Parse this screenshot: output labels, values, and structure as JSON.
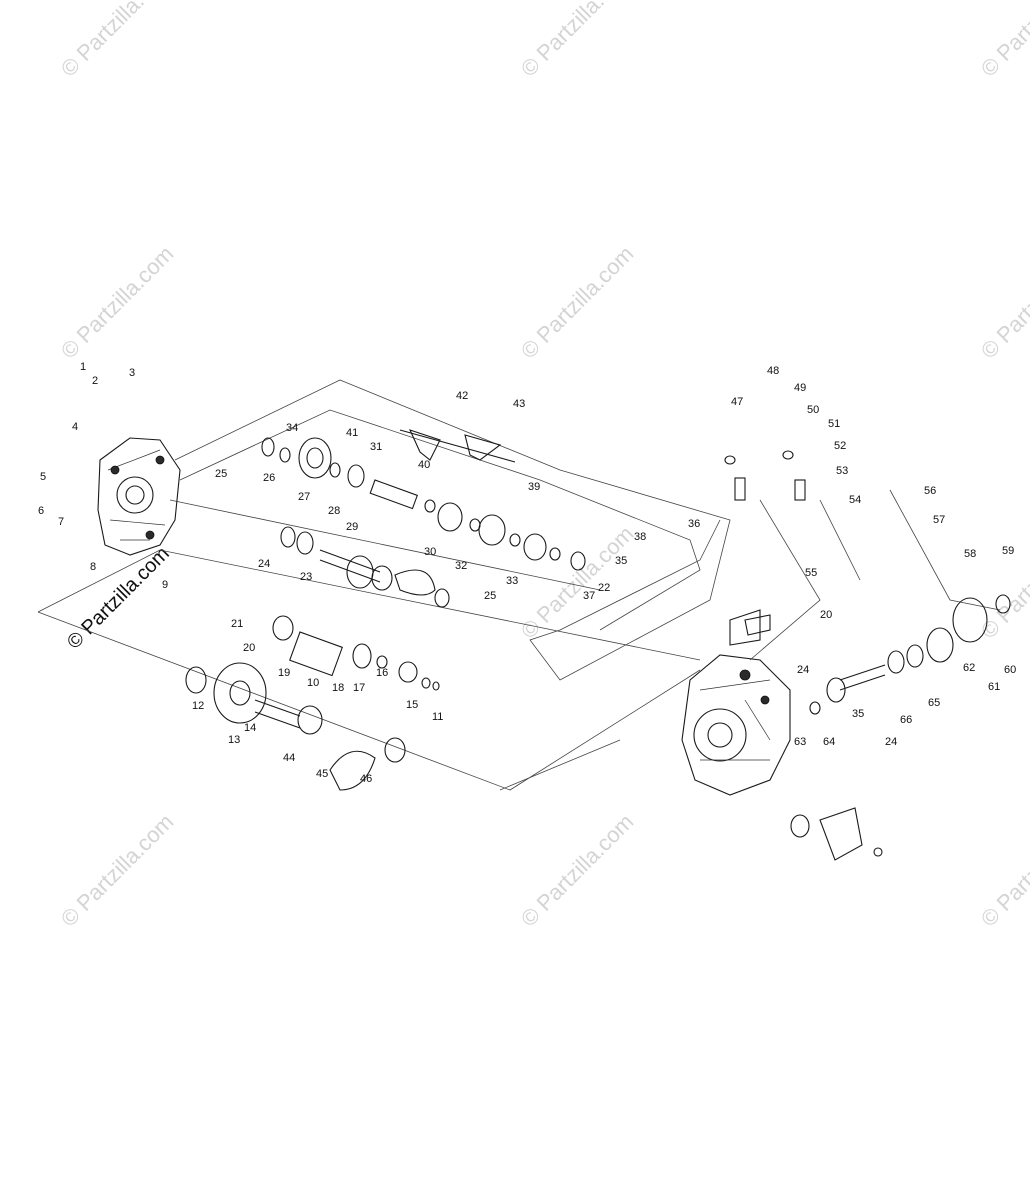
{
  "watermark": "© Partzilla.com",
  "diagram_watermark": "© Partzilla.com",
  "colors": {
    "ink": "#1a1a1a",
    "watermark": "#d4d4d4",
    "background": "#ffffff"
  },
  "callouts": [
    "1",
    "2",
    "3",
    "4",
    "5",
    "6",
    "7",
    "8",
    "9",
    "25",
    "34",
    "41",
    "31",
    "26",
    "27",
    "28",
    "40",
    "42",
    "43",
    "24",
    "29",
    "23",
    "30",
    "39",
    "32",
    "33",
    "25",
    "37",
    "38",
    "36",
    "35",
    "22",
    "21",
    "20",
    "19",
    "10",
    "18",
    "17",
    "16",
    "15",
    "11",
    "12",
    "13",
    "14",
    "44",
    "45",
    "46",
    "47",
    "48",
    "49",
    "50",
    "51",
    "52",
    "53",
    "54",
    "55",
    "20",
    "24",
    "56",
    "57",
    "58",
    "59",
    "60",
    "61",
    "62",
    "65",
    "66",
    "35",
    "24",
    "64",
    "63"
  ]
}
